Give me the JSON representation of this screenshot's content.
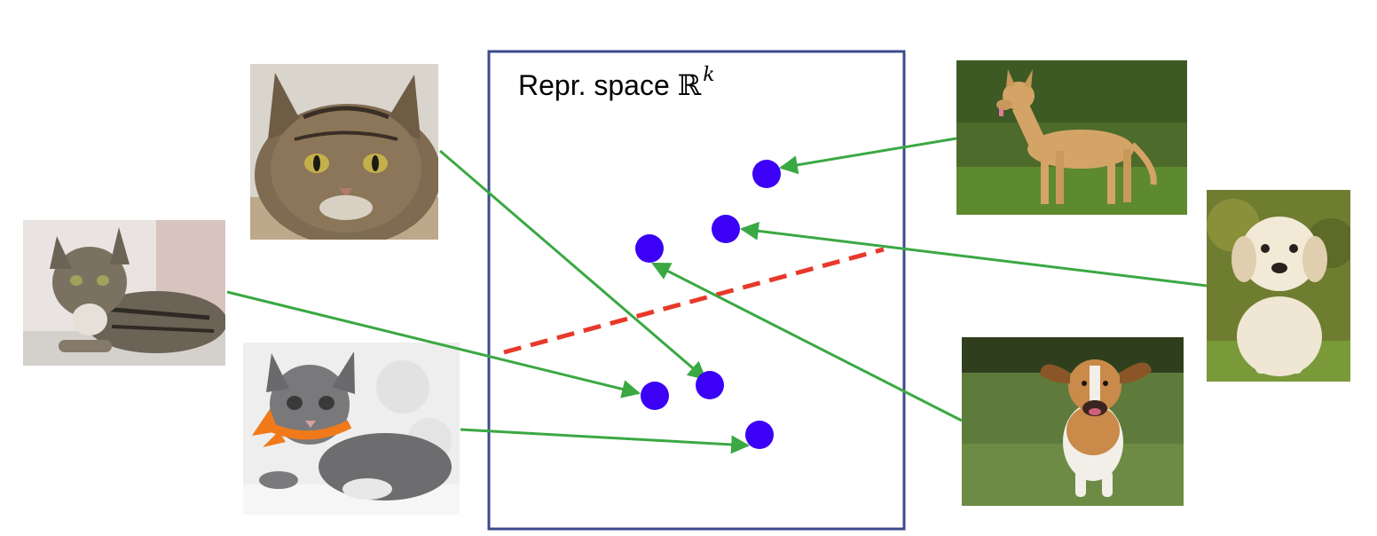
{
  "space": {
    "title_text": "Repr. space ",
    "title_symbol": "ℝ",
    "title_superscript": "k",
    "box_color": "#3d4a8c"
  },
  "colors": {
    "point": "#3b00f5",
    "arrow": "#3aa843",
    "separator": "#e8392a"
  },
  "images": [
    {
      "kind": "cat",
      "name": "cat-photo-tabby-closeup-icon"
    },
    {
      "kind": "cat",
      "name": "cat-photo-lying-tabby-icon"
    },
    {
      "kind": "cat",
      "name": "kitten-photo-orange-bow-icon"
    },
    {
      "kind": "dog",
      "name": "dog-photo-standing-tan-icon"
    },
    {
      "kind": "dog",
      "name": "dog-photo-labrador-puppy-icon"
    },
    {
      "kind": "dog",
      "name": "dog-photo-running-beagle-icon"
    }
  ]
}
